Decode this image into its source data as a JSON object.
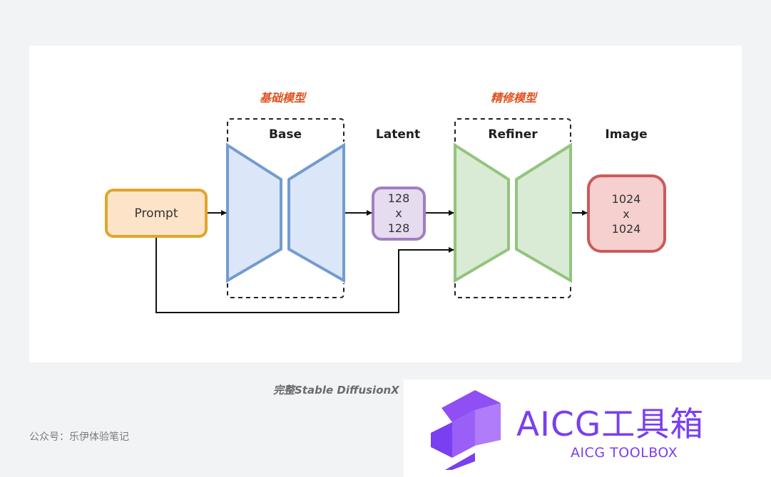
{
  "diagram": {
    "base_group_label": "基础模型",
    "refiner_group_label": "精修模型",
    "base_title": "Base",
    "latent_title": "Latent",
    "refiner_title": "Refiner",
    "image_title": "Image",
    "prompt": "Prompt",
    "latent_box": {
      "line1": "128",
      "line2": "x",
      "line3": "128"
    },
    "image_box": {
      "line1": "1024",
      "line2": "x",
      "line3": "1024"
    },
    "colors": {
      "prompt_fill": "#fde4c8",
      "prompt_stroke": "#e0a52b",
      "base_fill": "#dbe7f8",
      "base_stroke": "#739ccf",
      "latent_fill": "#e6dbef",
      "latent_stroke": "#a07fc0",
      "refiner_fill": "#d9ead5",
      "refiner_stroke": "#93c47d",
      "image_fill": "#f6cfcf",
      "image_stroke": "#cc5a5a",
      "group_label": "#e0521f"
    }
  },
  "caption": "完整Stable DiffusionX",
  "account": "公众号：乐伊体验笔记",
  "watermark": {
    "title": "AICG工具箱",
    "subtitle": "AICG TOOLBOX",
    "color": "#7a3ff0"
  }
}
